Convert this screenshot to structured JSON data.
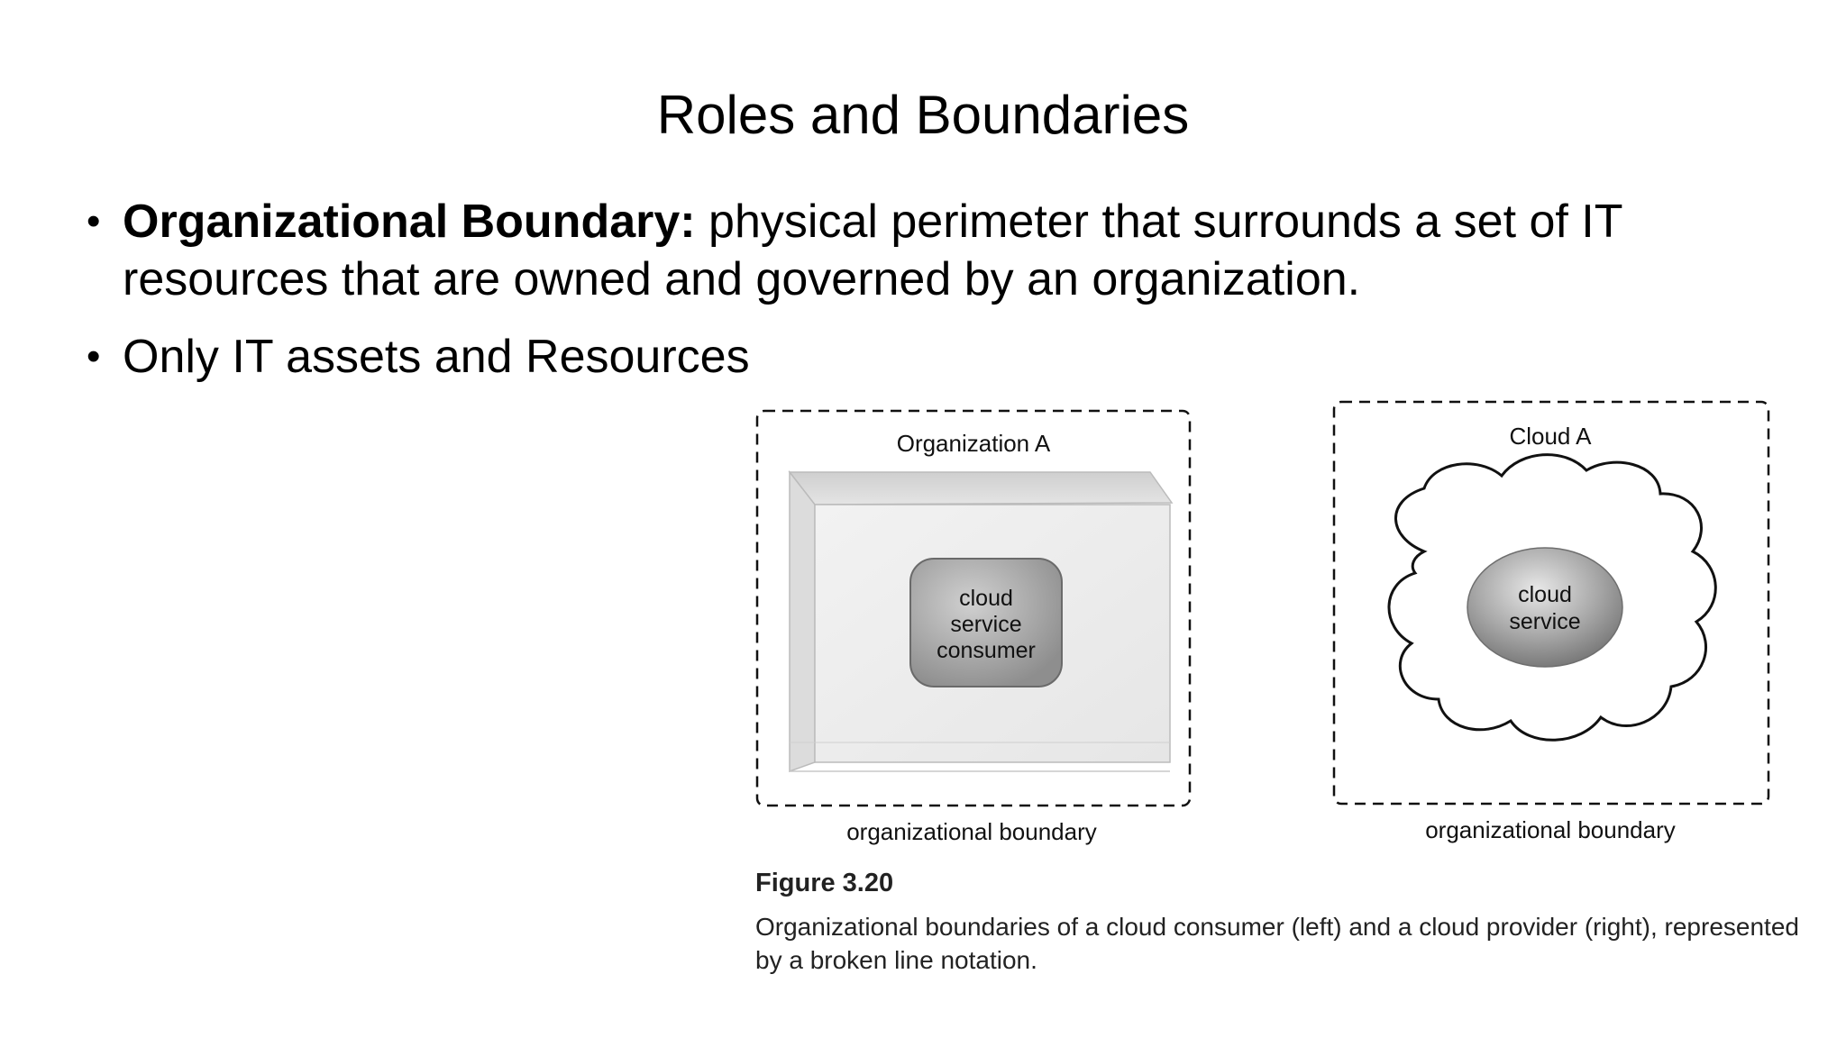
{
  "slide": {
    "title": "Roles and Boundaries",
    "bullets": [
      {
        "bold": "Organizational Boundary:",
        "text": " physical perimeter that surrounds a set of IT resources that are owned and governed by an organization."
      },
      {
        "bold": "",
        "text": "Only IT assets and Resources"
      }
    ]
  },
  "figure": {
    "left_panel": {
      "title": "Organization A",
      "node_lines": [
        "cloud",
        "service",
        "consumer"
      ],
      "boundary_label": "organizational boundary"
    },
    "right_panel": {
      "title": "Cloud A",
      "node_lines": [
        "cloud",
        "service"
      ],
      "boundary_label": "organizational boundary"
    },
    "caption_title": "Figure 3.20",
    "caption_text": "Organizational boundaries of a cloud consumer (left) and a cloud provider (right), represented by a broken line notation."
  }
}
